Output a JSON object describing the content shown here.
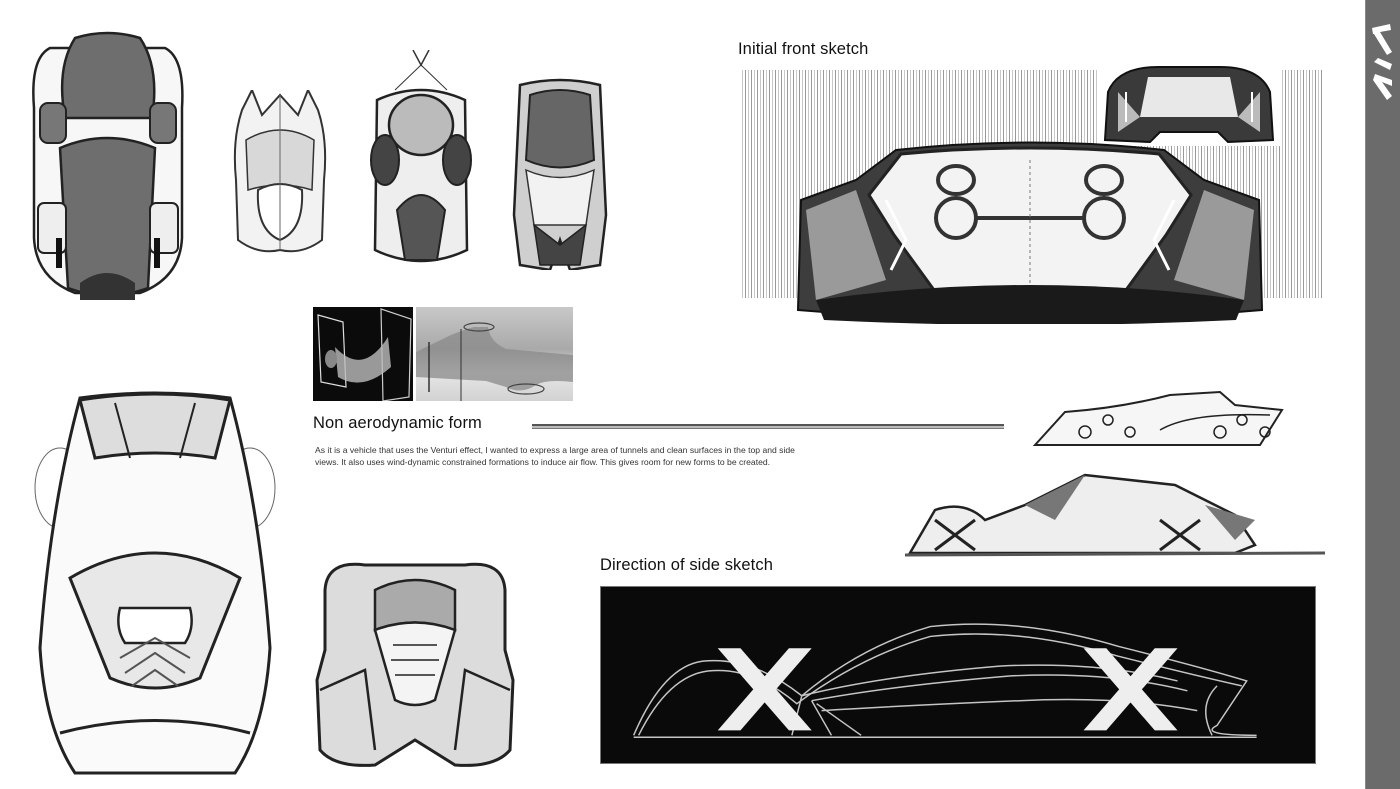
{
  "page": {
    "background": "#ffffff",
    "brand_bar_color": "#6b6b6b",
    "brand_logo": "kia-logo-icon"
  },
  "sections": {
    "initial_front": {
      "title": "Initial front sketch"
    },
    "non_aero": {
      "title": "Non aerodynamic form",
      "body": "As it is a vehicle that uses the Venturi effect, I wanted to express a large area of tunnels and clean surfaces in the top and side views. It also uses wind-dynamic constrained formations to induce air flow. This gives room for new forms to be created."
    },
    "side_direction": {
      "title": "Direction of side sketch"
    }
  },
  "images": {
    "top_views_row": [
      "top-view-sketch-1",
      "top-view-sketch-2",
      "top-view-sketch-3",
      "top-view-sketch-4"
    ],
    "top_views_bottom": [
      "top-view-sketch-large",
      "top-view-sketch-compact"
    ],
    "reference_photos": [
      "venturi-plate-photo",
      "aero-model-photo"
    ],
    "side_sketches": [
      "side-sketch-small",
      "side-sketch-medium",
      "side-sketch-dark-with-x"
    ],
    "front_sketches": [
      "front-sketch-main",
      "front-sketch-small"
    ]
  }
}
